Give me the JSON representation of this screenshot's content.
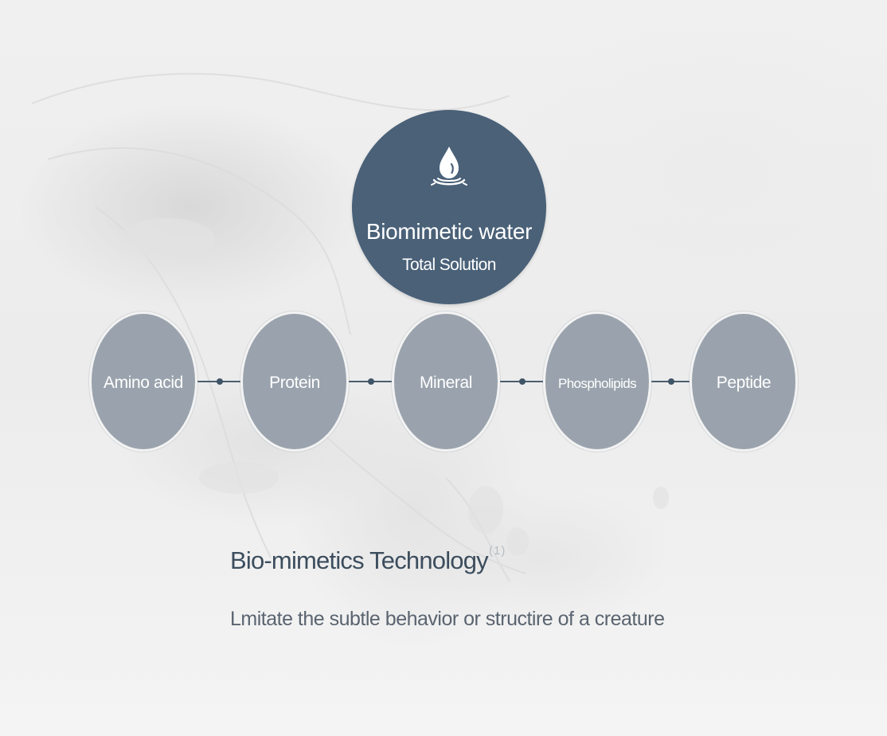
{
  "hub": {
    "title": "Biomimetic water",
    "subtitle": "Total Solution",
    "icon": "water-drop-icon"
  },
  "nodes": [
    {
      "label": "Amino acid"
    },
    {
      "label": "Protein"
    },
    {
      "label": "Mineral"
    },
    {
      "label": "Phospholipids"
    },
    {
      "label": "Peptide"
    }
  ],
  "caption": {
    "title": "Bio-mimetics Technology",
    "note": "(1)",
    "description": "Lmitate the subtle behavior or structire of a creature"
  },
  "colors": {
    "hub": "#4a6178",
    "node": "#9aa3ad",
    "connector": "#4b5e6f",
    "title_text": "#3c4d5d",
    "body_text": "#5a6470"
  }
}
